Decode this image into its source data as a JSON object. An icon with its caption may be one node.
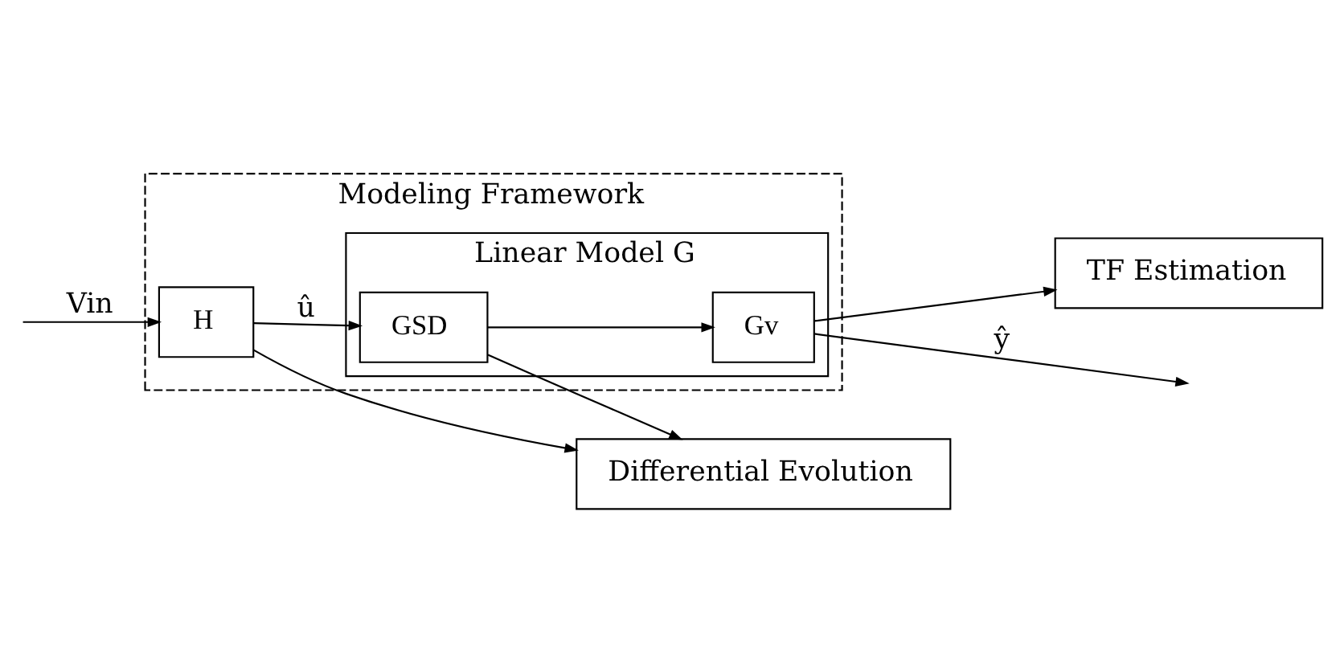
{
  "diagram": {
    "nodes": [
      {
        "text": [
          "Modeling Framework"
        ]
      },
      {
        "text": [
          "Linear Model G"
        ],
        "in": 0
      },
      {
        "text": [
          "H"
        ],
        "in": 0
      },
      {
        "text": [
          "GSD"
        ],
        "in": 1
      },
      {
        "text": [
          "Gv"
        ],
        "in": 1
      },
      {
        "text": [
          "Differential Evolution"
        ]
      },
      {
        "text": [
          "TF Estimation"
        ]
      }
    ],
    "edges": [
      {
        "from": null,
        "to": 2,
        "arrow": "to",
        "label": "Vin"
      },
      {
        "from": 2,
        "to": 3,
        "arrow": "to",
        "label": "û"
      },
      {
        "from": 3,
        "to": 4,
        "arrow": "to"
      },
      {
        "from": 4,
        "to": null,
        "arrow": "to",
        "label": "ŷ"
      },
      {
        "from": 2,
        "to": 5,
        "arrow": "to"
      },
      {
        "from": 3,
        "to": 5,
        "arrow": "to"
      },
      {
        "from": 4,
        "to": 6,
        "arrow": "to"
      }
    ]
  }
}
